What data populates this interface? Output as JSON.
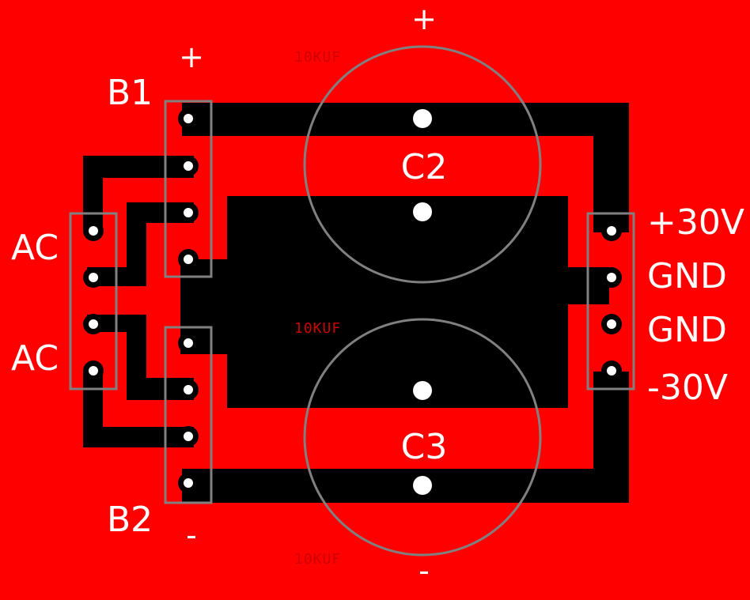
{
  "colors": {
    "board": "#ff0000",
    "copper": "#000000",
    "pad": "#ffffff",
    "silkscreen": "#808080",
    "label": "#ffffff",
    "value_text": "#cc0000"
  },
  "labels": {
    "b1": "B1",
    "b2": "B2",
    "b1_plus": "+",
    "b2_minus": "-",
    "ac_top": "AC",
    "ac_bottom": "AC",
    "c2": "C2",
    "c3": "C3",
    "c2_plus": "+",
    "c3_minus": "-",
    "out_pos": "+30V",
    "out_gnd1": "GND",
    "out_gnd2": "GND",
    "out_neg": "-30V"
  },
  "values": {
    "c2": "10KUF",
    "c_mid": "10KUF",
    "c3": "10KUF"
  }
}
